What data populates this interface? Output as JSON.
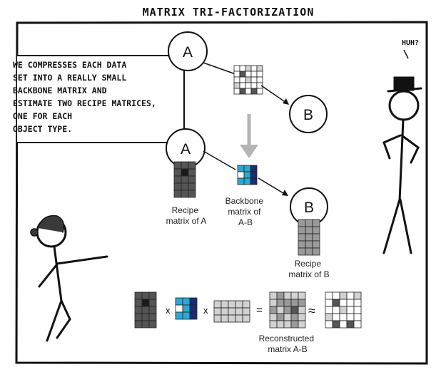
{
  "title": "MATRIX TRI-FACTORIZATION",
  "huh": "HUH?",
  "caption": [
    "WE COMPRESSES EACH DATA",
    "SET INTO A REALLY SMALL",
    "BACKBONE MATRIX AND",
    "ESTIMATE TWO RECIPE MATRICES,",
    "ONE FOR EACH",
    "OBJECT TYPE."
  ],
  "node_a": "A",
  "node_b": "B",
  "labels": {
    "recipe_a": [
      "Recipe",
      "matrix of A"
    ],
    "backbone": [
      "Backbone",
      "matrix of",
      "A-B"
    ],
    "recipe_b": [
      "Recipe",
      "matrix of B"
    ],
    "reconstructed": [
      "Reconstructed",
      "matrix A-B"
    ]
  },
  "operators": {
    "times1": "x",
    "times2": "x",
    "equals": "=",
    "approx": "≈"
  },
  "colors": {
    "ink": "#111111",
    "light_gray": "#d2d2d2",
    "mid_gray": "#9a9a9a",
    "dark_gray": "#555555",
    "black_cell": "#1a1a1a",
    "cyan": "#2aa8d8",
    "navy": "#1c2c6e",
    "arrow_gray": "#b4b4b4"
  }
}
